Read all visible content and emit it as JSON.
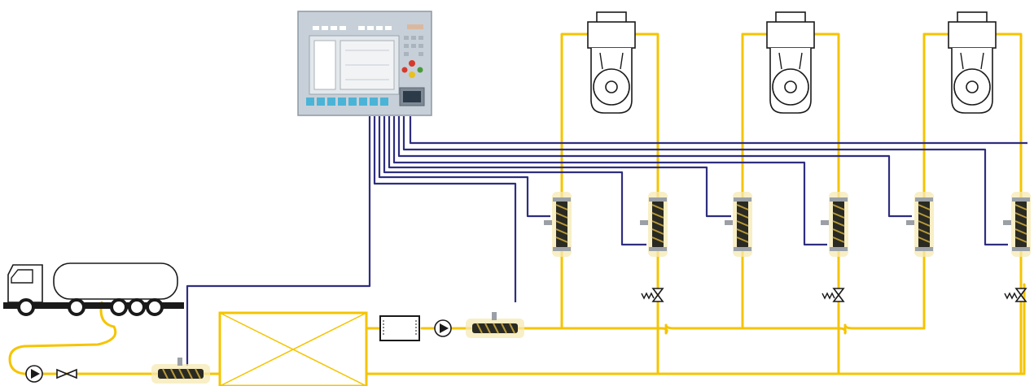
{
  "diagram": {
    "components": {
      "tanker_truck": "tanker-truck-icon",
      "supply_pump": "pump-icon",
      "supply_valve": "valve-icon",
      "inlet_flowmeter": "flowmeter-icon",
      "separator_tank": "separator-tank",
      "filter_unit": "filter-box",
      "booster_pump": "pump-icon",
      "main_flowmeter": "flowmeter-icon",
      "control_panel": "control-panel",
      "engines": [
        "engine-1",
        "engine-2",
        "engine-3"
      ],
      "engine_flowmeters": [
        "flowmeter-in-1",
        "flowmeter-out-1",
        "flowmeter-in-2",
        "flowmeter-out-2",
        "flowmeter-in-3",
        "flowmeter-out-3"
      ],
      "return_valves": [
        "pressure-valve-1",
        "pressure-valve-2",
        "pressure-valve-3"
      ]
    },
    "colors": {
      "fuel_pipe": "#f5c400",
      "signal_cable": "#2e2e80",
      "panel_body": "#c7d0d8",
      "panel_screen": "#d6dde4",
      "flowmeter_body": "#2a2a22"
    }
  }
}
